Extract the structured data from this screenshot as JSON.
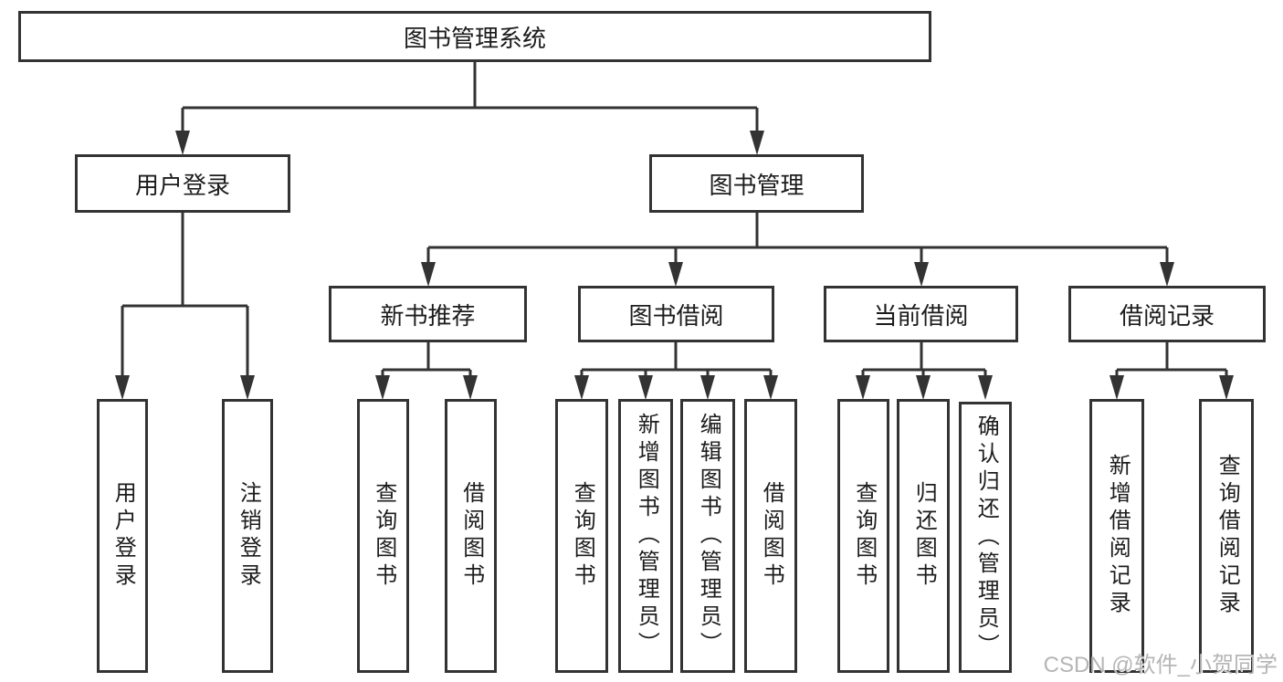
{
  "diagram": {
    "root": {
      "label": "图书管理系统"
    },
    "level2": [
      {
        "label": "用户登录"
      },
      {
        "label": "图书管理"
      }
    ],
    "level3": [
      {
        "label": "新书推荐"
      },
      {
        "label": "图书借阅"
      },
      {
        "label": "当前借阅"
      },
      {
        "label": "借阅记录"
      }
    ],
    "leaves": {
      "user_login": [
        "用户登录",
        "注销登录"
      ],
      "new_book": [
        "查询图书",
        "借阅图书"
      ],
      "book_borrow": [
        "查询图书",
        "新增图书（管理员）",
        "编辑图书（管理员）",
        "借阅图书"
      ],
      "current_borrow": [
        "查询图书",
        "归还图书",
        "确认归还（管理员）"
      ],
      "borrow_record": [
        "新增借阅记录",
        "查询借阅记录"
      ]
    }
  },
  "watermark": {
    "text": "CSDN @软件_小贺同学"
  },
  "colors": {
    "line": "#333333",
    "text": "#1c1c1c",
    "background": "#ffffff",
    "watermark": "#b5b5b5"
  }
}
